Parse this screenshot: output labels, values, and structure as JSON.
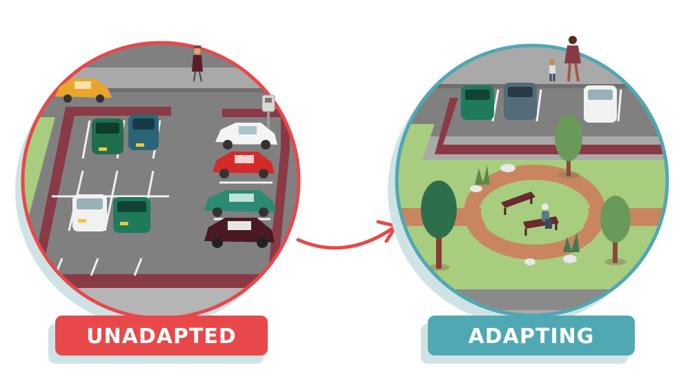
{
  "panels": [
    {
      "label": "UNADAPTED",
      "accent": "#e8484a"
    },
    {
      "label": "ADAPTING",
      "accent": "#4fa8b3"
    }
  ],
  "arrow_color": "#e8484a",
  "colors": {
    "asphalt": "#807f80",
    "wall": "#8a3a44",
    "grass": "#a8cd7f",
    "path": "#c98560",
    "shadow": "#cfe3e6"
  },
  "icons": [
    "car",
    "parking-meter",
    "pedestrian",
    "tree",
    "bench",
    "bush",
    "rock"
  ]
}
